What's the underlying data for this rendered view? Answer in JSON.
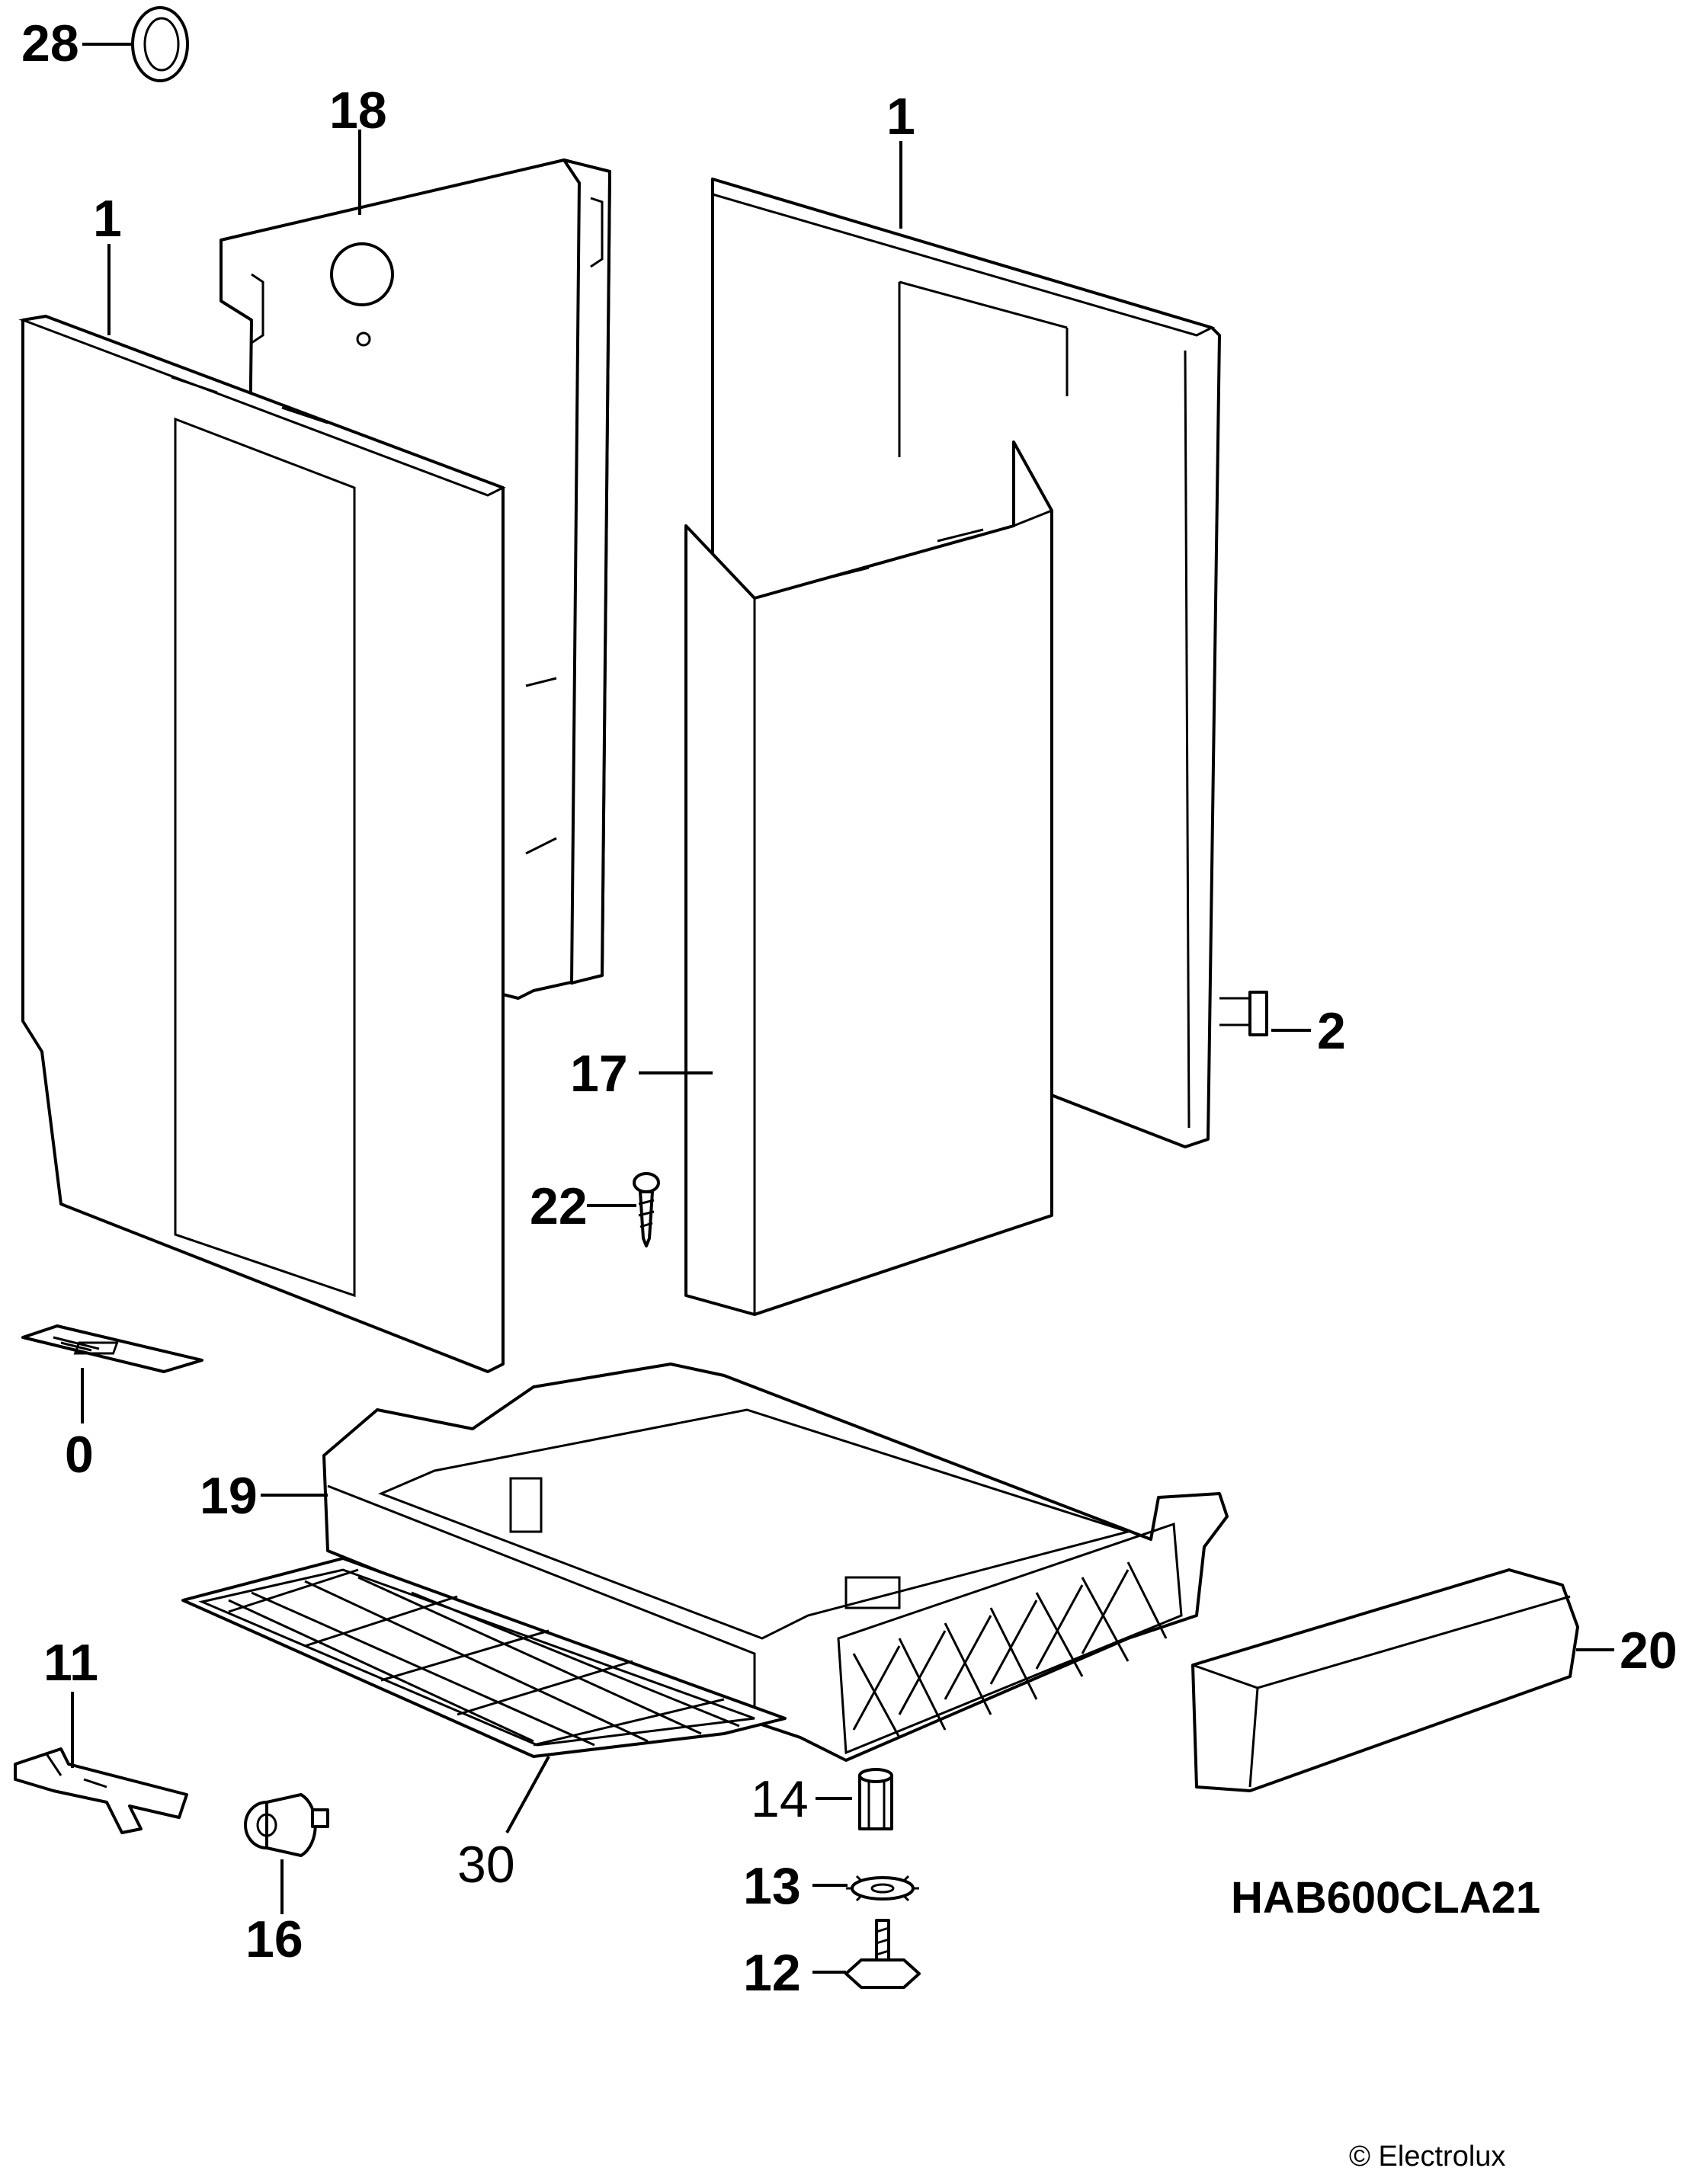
{
  "callouts": [
    {
      "id": "28",
      "label": "28"
    },
    {
      "id": "18",
      "label": "18"
    },
    {
      "id": "1a",
      "label": "1"
    },
    {
      "id": "1b",
      "label": "1"
    },
    {
      "id": "2",
      "label": "2"
    },
    {
      "id": "17",
      "label": "17"
    },
    {
      "id": "22",
      "label": "22"
    },
    {
      "id": "0",
      "label": "0"
    },
    {
      "id": "19",
      "label": "19"
    },
    {
      "id": "20",
      "label": "20"
    },
    {
      "id": "11",
      "label": "11"
    },
    {
      "id": "30",
      "label": "30"
    },
    {
      "id": "16",
      "label": "16"
    },
    {
      "id": "14",
      "label": "14"
    },
    {
      "id": "13",
      "label": "13"
    },
    {
      "id": "12",
      "label": "12"
    }
  ],
  "diagram_code": "HAB600CLA21",
  "copyright": "© Electrolux"
}
